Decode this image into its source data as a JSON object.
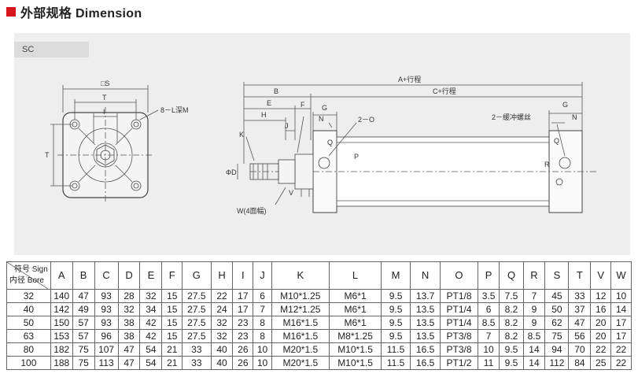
{
  "header": {
    "title": "外部规格 Dimension"
  },
  "tab": {
    "label": "SC"
  },
  "drawing": {
    "labels": {
      "square_s": "□S",
      "t_top": "T",
      "i_top": "I",
      "hole_note": "8－L深M",
      "t_side": "T",
      "a_stroke": "A+行程",
      "c_stroke": "C+行程",
      "b": "B",
      "e": "E",
      "f": "F",
      "g_left": "G",
      "g_right": "G",
      "h": "H",
      "j": "J",
      "k": "K",
      "n_left": "N",
      "n_right": "N",
      "o": "2－O",
      "cushion": "2－缓冲螺丝",
      "q_left": "Q",
      "q_right": "Q",
      "p": "P",
      "r": "R",
      "phi_d": "ΦD",
      "v": "V",
      "w": "W(4面幅)"
    }
  },
  "table": {
    "corner_sign": "符号 Sign",
    "corner_bore": "内径 Bore",
    "headers": [
      "A",
      "B",
      "C",
      "D",
      "E",
      "F",
      "G",
      "H",
      "I",
      "J",
      "K",
      "L",
      "M",
      "N",
      "O",
      "P",
      "Q",
      "R",
      "S",
      "T",
      "V",
      "W"
    ],
    "rows": [
      [
        "32",
        "140",
        "47",
        "93",
        "28",
        "32",
        "15",
        "27.5",
        "22",
        "17",
        "6",
        "M10*1.25",
        "M6*1",
        "9.5",
        "13.7",
        "PT1/8",
        "3.5",
        "7.5",
        "7",
        "45",
        "33",
        "12",
        "10"
      ],
      [
        "40",
        "142",
        "49",
        "93",
        "32",
        "34",
        "15",
        "27.5",
        "24",
        "17",
        "7",
        "M12*1.25",
        "M6*1",
        "9.5",
        "13.5",
        "PT1/4",
        "6",
        "8.2",
        "9",
        "50",
        "37",
        "16",
        "14"
      ],
      [
        "50",
        "150",
        "57",
        "93",
        "38",
        "42",
        "15",
        "27.5",
        "32",
        "23",
        "8",
        "M16*1.5",
        "M6*1",
        "9.5",
        "13.5",
        "PT1/4",
        "8.5",
        "8.2",
        "9",
        "62",
        "47",
        "20",
        "17"
      ],
      [
        "63",
        "153",
        "57",
        "96",
        "38",
        "42",
        "15",
        "27.5",
        "32",
        "23",
        "8",
        "M16*1.5",
        "M8*1.25",
        "9.5",
        "13.5",
        "PT3/8",
        "7",
        "8.2",
        "8.5",
        "75",
        "56",
        "20",
        "17"
      ],
      [
        "80",
        "182",
        "75",
        "107",
        "47",
        "54",
        "21",
        "33",
        "40",
        "26",
        "10",
        "M20*1.5",
        "M10*1.5",
        "11.5",
        "16.5",
        "PT3/8",
        "10",
        "9.5",
        "14",
        "94",
        "70",
        "22",
        "22"
      ],
      [
        "100",
        "188",
        "75",
        "113",
        "47",
        "54",
        "21",
        "33",
        "40",
        "26",
        "10",
        "M20*1.5",
        "M10*1.5",
        "11.5",
        "16.5",
        "PT1/2",
        "11",
        "9.5",
        "14",
        "112",
        "84",
        "25",
        "22"
      ]
    ]
  }
}
